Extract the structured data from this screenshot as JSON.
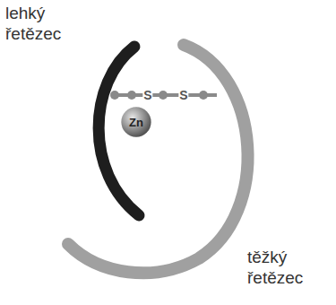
{
  "diagram": {
    "nodes": [
      {
        "text": [
          "Zn"
        ]
      }
    ],
    "labels": [
      "lehký řetězec",
      "S",
      "S",
      "těžký řetězec"
    ]
  }
}
